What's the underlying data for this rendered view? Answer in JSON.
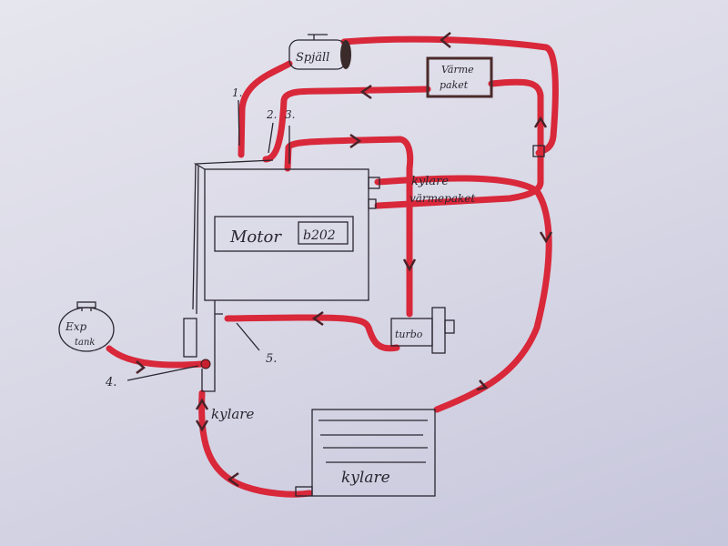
{
  "labels": {
    "valve": "Spjäll",
    "heater_core": [
      "Värme",
      "paket"
    ],
    "engine": "Motor",
    "engine_code": "b202",
    "outlet_radiator": "kylare",
    "outlet_heater": "värmepaket",
    "turbo": "turbo",
    "expansion_tank": [
      "Exp",
      "tank"
    ],
    "lower_hose": "kylare",
    "radiator": "kylare",
    "points": [
      "1.",
      "2.",
      "3.",
      "4.",
      "5."
    ]
  },
  "colors": {
    "hose": "#d8283a",
    "ink": "#2a2630"
  }
}
